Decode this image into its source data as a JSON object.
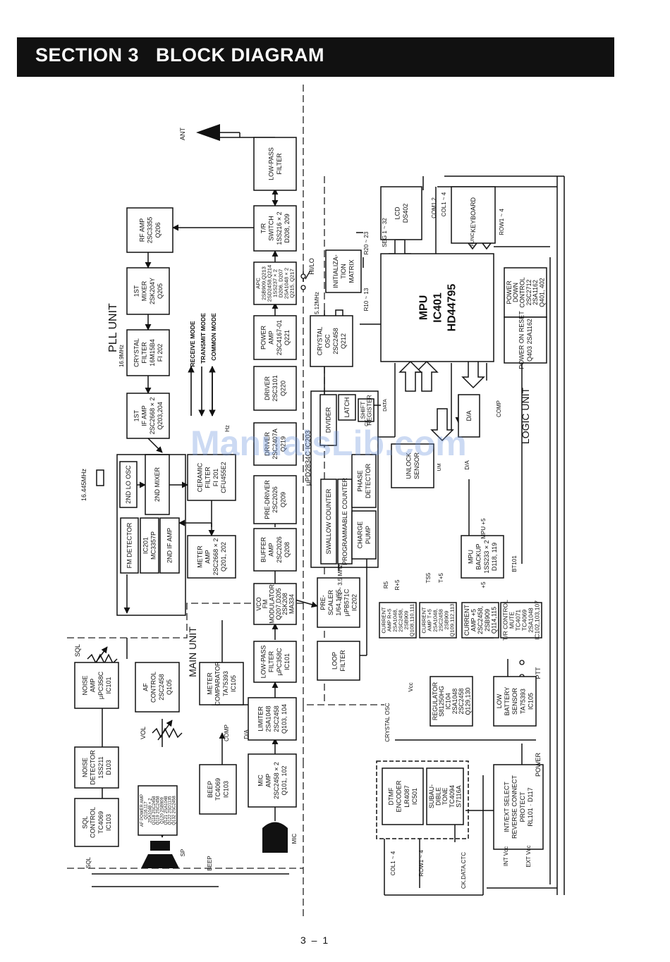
{
  "header": {
    "title": "SECTION 3   BLOCK DIAGRAM"
  },
  "units": {
    "pll": "PLL UNIT",
    "main": "MAIN UNIT",
    "logic": "LOGIC UNIT"
  },
  "legend": [
    {
      "id": "receive",
      "label": "RECEIVE MODE"
    },
    {
      "id": "transmit",
      "label": "TRANSMIT MODE"
    },
    {
      "id": "common",
      "label": "COMMON MODE"
    }
  ],
  "blocks": [
    {
      "id": "rf-amp",
      "lines": [
        "RF AMP",
        "2SC3355",
        "Q206"
      ]
    },
    {
      "id": "1st-mixer",
      "lines": [
        "1ST",
        "MIXER",
        "2SK204Y",
        "Q205"
      ]
    },
    {
      "id": "crystal-filter",
      "lines": [
        "CRYSTAL",
        "FILTER",
        "16M15B4",
        "FI 202"
      ]
    },
    {
      "id": "1st-if-amp",
      "lines": [
        "1ST",
        "IF AMP",
        "2SC2668 × 2",
        "Q203,204"
      ]
    },
    {
      "id": "2nd-lo-osc",
      "lines": [
        "2ND LO OSC"
      ]
    },
    {
      "id": "2nd-mixer",
      "lines": [
        "2ND MIXER"
      ]
    },
    {
      "id": "fm-detector",
      "lines": [
        "FM DETECTOR"
      ]
    },
    {
      "id": "mc3357",
      "lines": [
        "IC201",
        "MC3357P"
      ]
    },
    {
      "id": "2nd-if-amp",
      "lines": [
        "2ND IF AMP"
      ]
    },
    {
      "id": "ceramic-filter",
      "lines": [
        "CERAMIC",
        "FILTER",
        "FI 201",
        "CFU455E2"
      ]
    },
    {
      "id": "meter-amp",
      "lines": [
        "METER",
        "AMP",
        "2SC2668 × 2",
        "Q201, 202"
      ]
    },
    {
      "id": "low-pass-filter-ant",
      "lines": [
        "LOW-PASS",
        "FILTER"
      ]
    },
    {
      "id": "tr-switch",
      "lines": [
        "T/R",
        "SWITCH",
        "1SS216 × 2",
        "D208, 209"
      ]
    },
    {
      "id": "apc",
      "lines": [
        "APC",
        "2SB909,Q213",
        "2SD2458,Q214",
        "1SS237 × 2",
        "D206, D207",
        "2SA1048 × 2",
        "Q215, Q217"
      ]
    },
    {
      "id": "power-amp",
      "lines": [
        "POWER",
        "AMP",
        "2SC4167-01",
        "Q221"
      ]
    },
    {
      "id": "driver-2",
      "lines": [
        "DRIVER",
        "2SC3101",
        "Q220"
      ]
    },
    {
      "id": "driver-1",
      "lines": [
        "DRIVER",
        "2SC2407A",
        "Q219"
      ]
    },
    {
      "id": "pre-driver",
      "lines": [
        "PRE-DRIVER",
        "2SC2026",
        "Q209"
      ]
    },
    {
      "id": "buffer-amp",
      "lines": [
        "BUFFER",
        "AMP",
        "2SC2026",
        "Q208"
      ]
    },
    {
      "id": "vco",
      "lines": [
        "VCO",
        "FM",
        "MODULATOR",
        "Q207,D205",
        "2SK208",
        "MA334"
      ]
    },
    {
      "id": "lpf-main",
      "lines": [
        "LOW-PASS",
        "FILTER",
        "μPC358C",
        "IC101"
      ]
    },
    {
      "id": "limiter",
      "lines": [
        "LIMITER",
        "2SA1048",
        "2SC2458",
        "Q103, 104"
      ]
    },
    {
      "id": "mic-amp",
      "lines": [
        "MIC",
        "AMP",
        "2SC2458 × 2",
        "Q101, 102"
      ]
    },
    {
      "id": "beep",
      "lines": [
        "BEEP",
        "TC4069",
        "IC103"
      ]
    },
    {
      "id": "meter-comparator",
      "lines": [
        "METER",
        "COMPARATOR",
        "TA75393",
        "IC105"
      ]
    },
    {
      "id": "af-control",
      "lines": [
        "AF",
        "CONTROL",
        "2SC2458",
        "Q105"
      ]
    },
    {
      "id": "noise-amp",
      "lines": [
        "NOISE",
        "AMP",
        "μPC358C",
        "IC101"
      ]
    },
    {
      "id": "noise-detector",
      "lines": [
        "NOISE",
        "DETECTOR",
        "1SS211",
        "D103"
      ]
    },
    {
      "id": "sql-control",
      "lines": [
        "SQL",
        "CONTROL",
        "TC4069",
        "IC103"
      ]
    },
    {
      "id": "af-power-amp",
      "lines": [
        "AF POWER AMP",
        "Q116,117",
        "2SA1048 × 2",
        "Q118 2SC2458",
        "Q119 2SC2458",
        "Q120 2SB909",
        "Q121 2SA1048",
        "Q122 2SD1135",
        "Q132 2SC2458"
      ]
    },
    {
      "id": "crystal-osc",
      "lines": [
        "CRYSTAL",
        "OSC",
        "2SC2458",
        "Q212"
      ]
    },
    {
      "id": "pre-scaler",
      "lines": [
        "PRE-",
        "SCALER",
        "1/64,1/65",
        "μPB571C",
        "IC202"
      ]
    },
    {
      "id": "loop-filter",
      "lines": [
        "LOOP",
        "FILTER"
      ]
    },
    {
      "id": "divider",
      "lines": [
        "DIVIDER"
      ]
    },
    {
      "id": "latch",
      "lines": [
        "LATCH"
      ]
    },
    {
      "id": "shift-register",
      "lines": [
        "SHIFT",
        "REGISTER"
      ]
    },
    {
      "id": "swallow-counter",
      "lines": [
        "SWALLOW COUNTER"
      ]
    },
    {
      "id": "programmable-counter",
      "lines": [
        "PROGRAMMABLE COUNTER"
      ]
    },
    {
      "id": "phase-detector",
      "lines": [
        "PHASE",
        "DETECTOR"
      ]
    },
    {
      "id": "charge-pump",
      "lines": [
        "CHARGE",
        "PUMP"
      ]
    },
    {
      "id": "unlock-sensor",
      "lines": [
        "UNLOCK",
        "SENSOR"
      ]
    },
    {
      "id": "da",
      "lines": [
        "D/A"
      ]
    },
    {
      "id": "lcd",
      "lines": [
        "LCD",
        "DS402"
      ]
    },
    {
      "id": "keyboard",
      "lines": [
        "KEYBOARD"
      ]
    },
    {
      "id": "initialization-matrix",
      "lines": [
        "INITIALIZA-",
        "TION",
        "MATRIX"
      ]
    },
    {
      "id": "mpu",
      "lines": [
        "MPU",
        "IC401",
        "HD44795"
      ]
    },
    {
      "id": "power-down-control",
      "lines": [
        "POWER",
        "DOWN",
        "CONTROL",
        "2SC2712",
        "2SA1162",
        "Q401, 402"
      ]
    },
    {
      "id": "power-on-reset",
      "lines": [
        "POWER ON RESET",
        "Q403 2SA1162"
      ]
    },
    {
      "id": "mpu-backup",
      "lines": [
        "MPU",
        "BACKUP",
        "1SS233 × 2",
        "D118, 119"
      ]
    },
    {
      "id": "current-amp-r5",
      "lines": [
        "CURRENT",
        "AMP R+5",
        "2SA1048,",
        "2SC2458,",
        "2SB909",
        "Q108,110,111"
      ]
    },
    {
      "id": "current-amp-t5",
      "lines": [
        "CURRENT",
        "AMP T+5",
        "2SA1048,",
        "2SC2458",
        "2SB909",
        "Q109,112,113"
      ]
    },
    {
      "id": "current-amp-5",
      "lines": [
        "CURRENT",
        "AMP +5",
        "2SC2458,",
        "2SB909",
        "Q114,115"
      ]
    },
    {
      "id": "tr-control",
      "lines": [
        "T/R CONTROL",
        "MUTE",
        "TC4071",
        "TC4069",
        "2SA1048",
        "IC102,103,107"
      ]
    },
    {
      "id": "regulator",
      "lines": [
        "REGULATOR",
        "S81250HG",
        "IC104",
        "2SA1048",
        "2SC2458",
        "Q129,130"
      ]
    },
    {
      "id": "low-battery-sensor",
      "lines": [
        "LOW",
        "BATTERY",
        "SENSOR",
        "TA75393",
        "IC105"
      ]
    },
    {
      "id": "dtmf-encoder",
      "lines": [
        "DTMF",
        "ENCODER",
        "LR4087",
        "IC501"
      ]
    },
    {
      "id": "subaudible-tone",
      "lines": [
        "SUBAU-",
        "DIBLE",
        "TONE",
        "TC4094",
        "S7116A"
      ]
    },
    {
      "id": "int-ext-select",
      "lines": [
        "INT/EXT SELECT",
        "REVERSE CONNECT",
        "PROTECT",
        "RL101 · D117"
      ]
    }
  ],
  "labels": {
    "ant": "ANT",
    "hi-lo": "HI/LO",
    "freq-16-9": "16.9MHz",
    "freq-16-445": "16.445MHz",
    "freq-5-12": "5.12MHz",
    "freq-vco": "3.1 ~ 3.5 MHz",
    "mhz-partial": "Hz",
    "pll-ic": "μPD2834C IC203",
    "sql": "SQL",
    "sql-bottom": "SQL",
    "vol": "VOL",
    "sp": "SP",
    "beep-bottom": "BEEP",
    "comp": "COMP",
    "comp-logic": "COMP",
    "da-main": "D/A",
    "da-logic": "D/A",
    "mic": "MIC",
    "crystal-osc-label": "CRYSTAL OSC",
    "vcc": "Vcc",
    "col-bottom": "COL1 ~ 4",
    "row-bottom": "ROW1 ~ 4",
    "ck-data": "CK.DATA.CTC",
    "int-vcc": "INT Vcc",
    "ext-vcc": "EXT Vcc",
    "power": "POWER",
    "ptt": "PTT",
    "bt101": "BT101",
    "r5": "R5",
    "r-plus5": "R+5",
    "ts5": "TS5",
    "t-plus5": "T+5",
    "plus5": "+5",
    "mpu-plus5": "MPU +5",
    "seg": "SEG 1 ~ 32",
    "r20-23": "R20 ~ 23",
    "r10-13": "R10 ~ 13",
    "com12": "COM1,2",
    "col1-4": "COL1 ~ 4",
    "row1-4": "ROW1 ~ 4",
    "func": "FUNC",
    "ck": "CK",
    "data": "DATA",
    "um": "UM"
  },
  "watermark": "ManualsLib.com",
  "page_number": "3 – 1"
}
